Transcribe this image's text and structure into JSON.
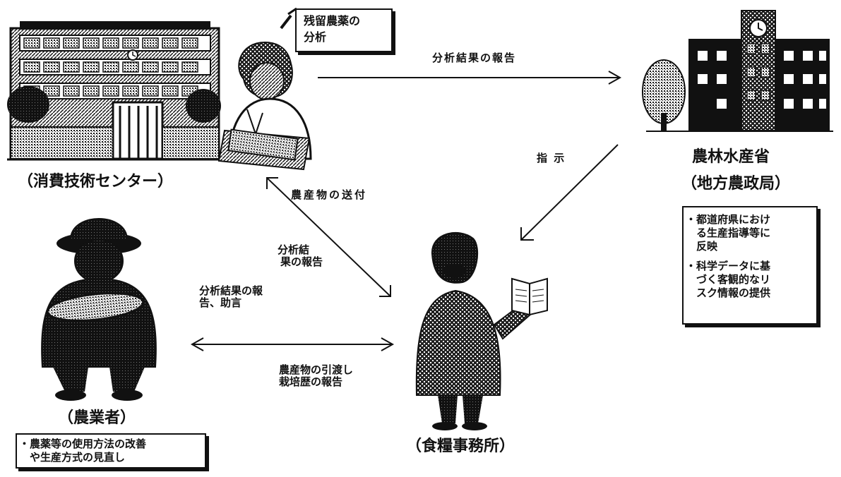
{
  "nodes": {
    "center": {
      "label": "（消費技術センター）"
    },
    "ministry": {
      "label_1": "農林水産省",
      "label_2": "（地方農政局）"
    },
    "farmer": {
      "label": "（農業者）"
    },
    "office": {
      "label": "（食糧事務所）"
    }
  },
  "callout": {
    "line_1": "残留農薬の",
    "line_2": "分析"
  },
  "edges": {
    "report_to_ministry": "分析結果の報告",
    "instruction": "指 示",
    "send_produce": "農産物の送付",
    "report_to_office_1": "分析結",
    "report_to_office_2": "果の報告",
    "report_to_farmer_1": "分析結果の報",
    "report_to_farmer_2": "告、助言",
    "handover_1": "農産物の引渡し",
    "handover_2": "栽培歴の報告"
  },
  "notes": {
    "ministry": [
      {
        "line_1": "都道府県におけ",
        "line_2": "る生産指導等に",
        "line_3": "反映"
      },
      {
        "line_1": "科学データに基",
        "line_2": "づく客観的なリ",
        "line_3": "スク情報の提供"
      }
    ],
    "farmer": [
      {
        "line_1": "農薬等の使用方法の改善",
        "line_2": "や生産方式の見直し"
      }
    ]
  }
}
